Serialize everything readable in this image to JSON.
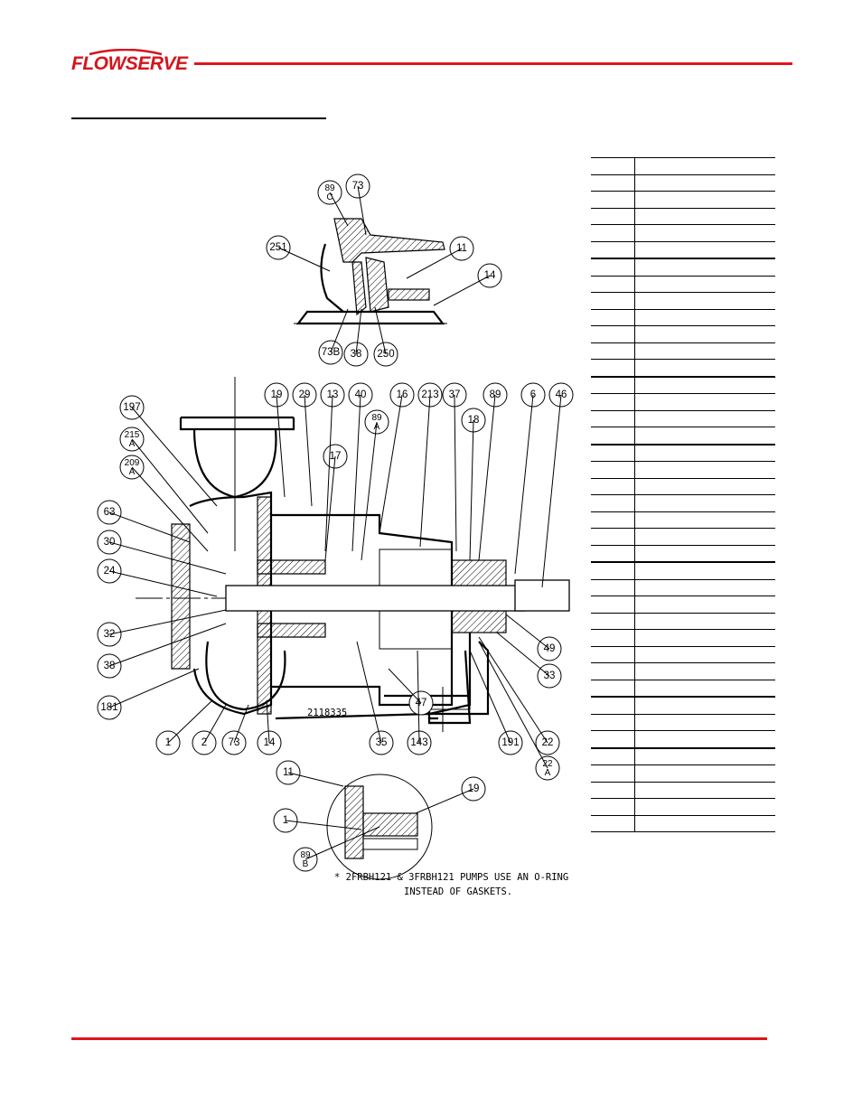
{
  "brand": {
    "name": "FLOWSERVE"
  },
  "drawing": {
    "number": "2118335",
    "note_line1": "*   2FRBH121 & 3FRBH121 PUMPS USE AN O-RING",
    "note_line2": "INSTEAD OF GASKETS.",
    "callouts": [
      "89\nC",
      "73",
      "251",
      "11",
      "14",
      "73B",
      "38",
      "250",
      "19",
      "29",
      "13",
      "40",
      "16",
      "213",
      "37",
      "89",
      "6",
      "46",
      "197",
      "215\nA",
      "209\nA",
      "89\nA",
      "18",
      "17",
      "63",
      "30",
      "24",
      "32",
      "38",
      "181",
      "1",
      "2",
      "73",
      "14",
      "35",
      "143",
      "47",
      "191",
      "49",
      "33",
      "22",
      "22\nA",
      "11",
      "19",
      "1",
      "89\nB"
    ]
  },
  "parts_table": {
    "rows": 40
  }
}
